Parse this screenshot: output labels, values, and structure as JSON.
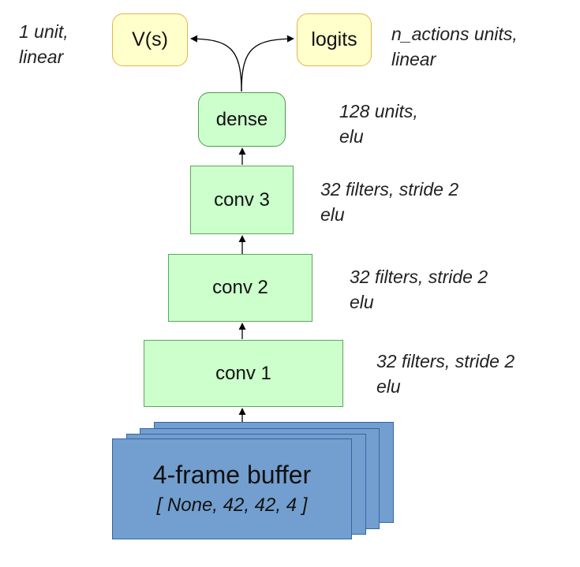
{
  "nodes": {
    "value": "V(s)",
    "logits": "logits",
    "dense": "dense",
    "conv3": "conv 3",
    "conv2": "conv 2",
    "conv1": "conv 1",
    "buffer_title": "4-frame buffer",
    "buffer_shape": "[ None, 42, 42, 4 ]"
  },
  "annotations": {
    "value": [
      "1 unit,",
      "linear"
    ],
    "logits": [
      "n_actions units,",
      "linear"
    ],
    "dense": [
      "128 units,",
      "elu"
    ],
    "conv3": [
      "32 filters, stride 2",
      "elu"
    ],
    "conv2": [
      "32 filters, stride 2",
      "elu"
    ],
    "conv1": [
      "32 filters, stride 2",
      "elu"
    ]
  },
  "colors": {
    "output_fill": "#ffffcc",
    "output_border": "#e8b34a",
    "layer_fill": "#ccffcc",
    "layer_border": "#5aa85a",
    "buffer_fill": "#729fcf",
    "buffer_border": "#3465a4",
    "arrow": "#000000"
  }
}
